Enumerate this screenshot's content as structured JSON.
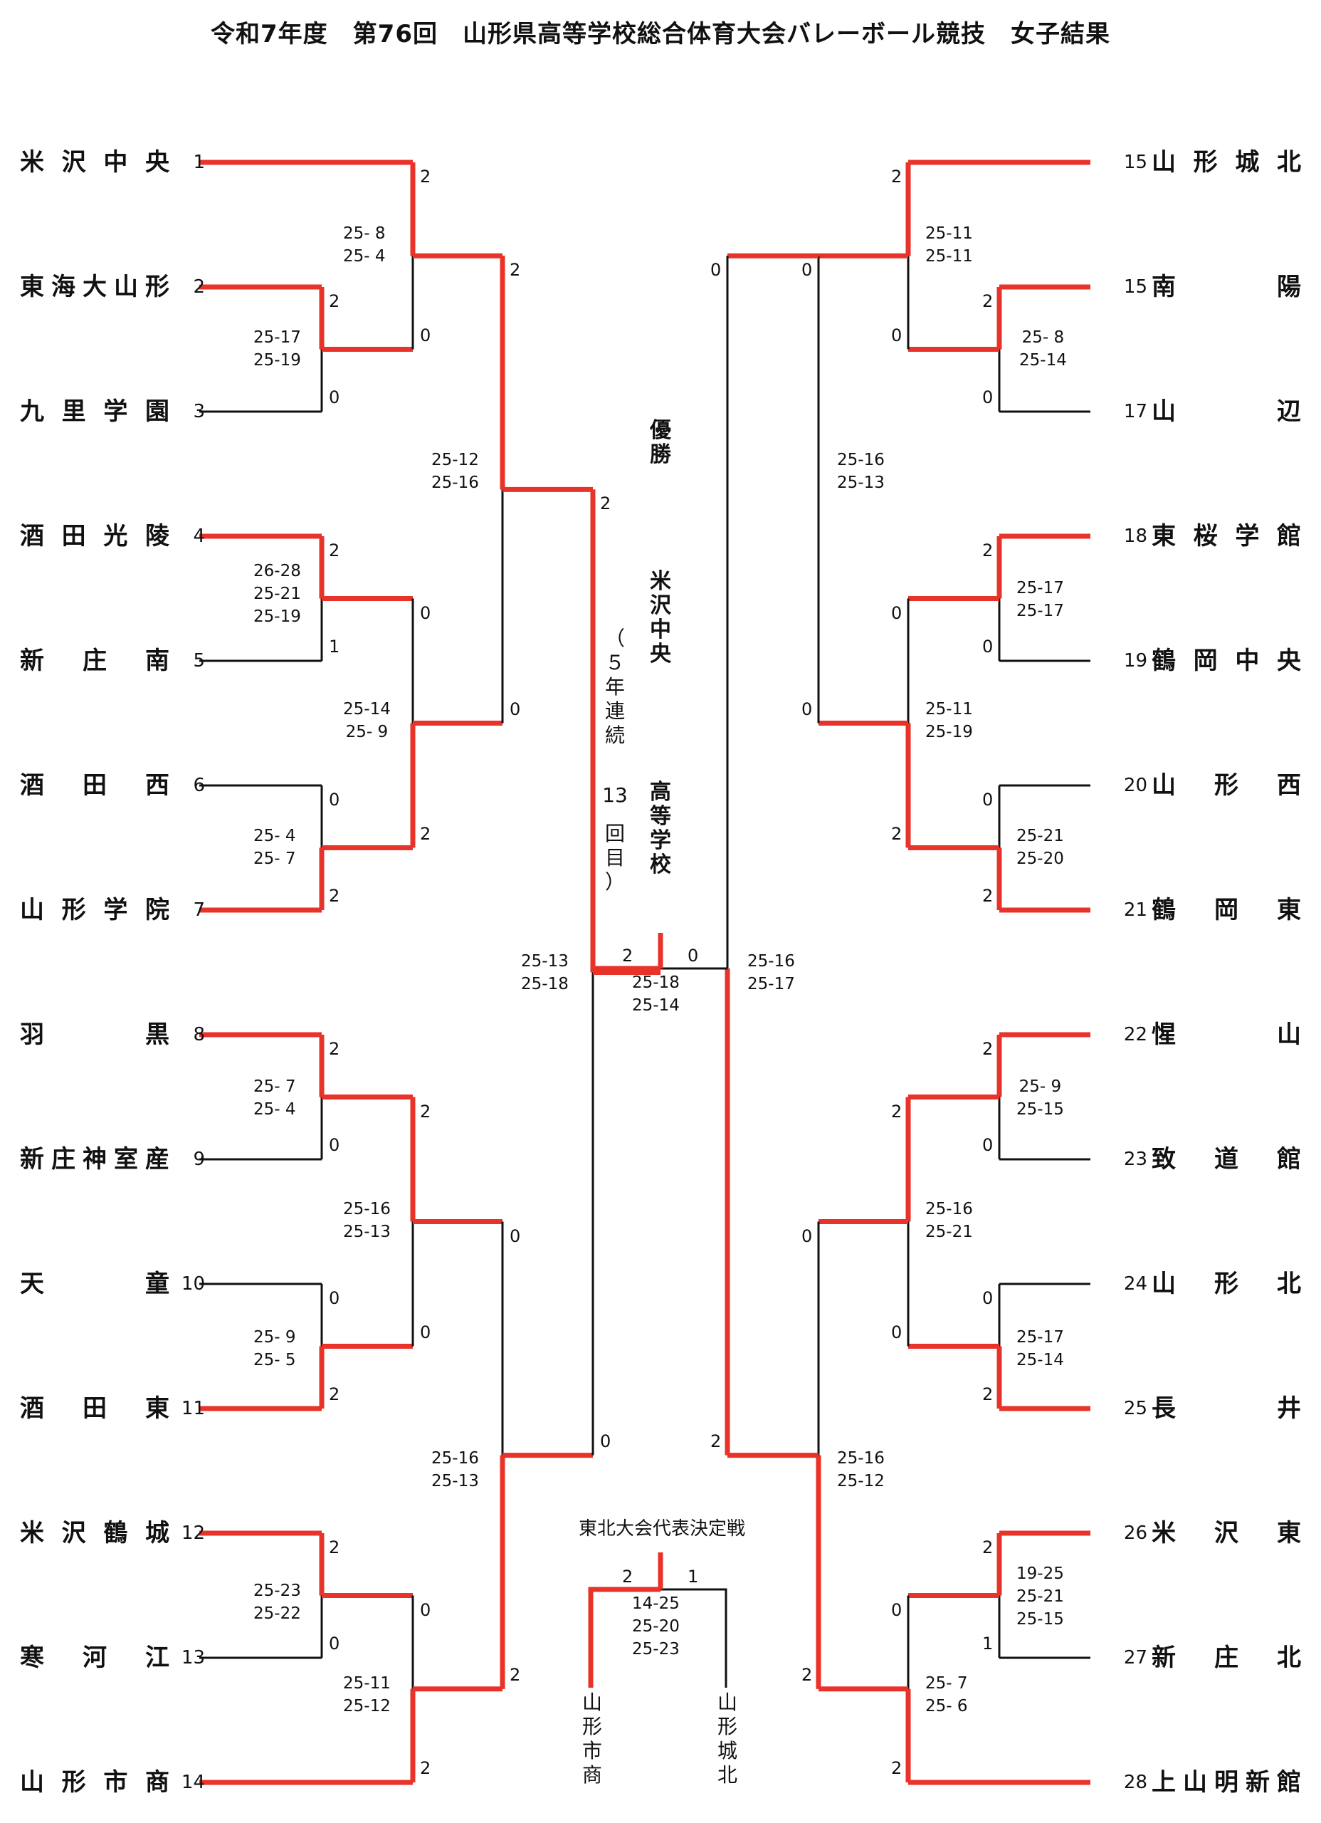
{
  "title": "令和7年度　第76回　山形県高等学校総合体育大会バレーボール競技　女子結果",
  "colors": {
    "winner_line": "#e8332a",
    "loser_line": "#111111"
  },
  "teams_left": [
    {
      "num": "1",
      "name": [
        "米",
        "沢",
        "中",
        "央"
      ]
    },
    {
      "num": "2",
      "name": [
        "東",
        "海",
        "大",
        "山",
        "形"
      ]
    },
    {
      "num": "3",
      "name": [
        "九",
        "里",
        "学",
        "園"
      ]
    },
    {
      "num": "4",
      "name": [
        "酒",
        "田",
        "光",
        "陵"
      ]
    },
    {
      "num": "5",
      "name": [
        "新",
        "庄",
        "南"
      ]
    },
    {
      "num": "6",
      "name": [
        "酒",
        "田",
        "西"
      ]
    },
    {
      "num": "7",
      "name": [
        "山",
        "形",
        "学",
        "院"
      ]
    },
    {
      "num": "8",
      "name": [
        "羽",
        "黒"
      ]
    },
    {
      "num": "9",
      "name": [
        "新",
        "庄",
        "神",
        "室",
        "産"
      ]
    },
    {
      "num": "10",
      "name": [
        "天",
        "童"
      ]
    },
    {
      "num": "11",
      "name": [
        "酒",
        "田",
        "東"
      ]
    },
    {
      "num": "12",
      "name": [
        "米",
        "沢",
        "鶴",
        "城"
      ]
    },
    {
      "num": "13",
      "name": [
        "寒",
        "河",
        "江"
      ]
    },
    {
      "num": "14",
      "name": [
        "山",
        "形",
        "市",
        "商"
      ]
    }
  ],
  "teams_right": [
    {
      "num": "15",
      "name": [
        "山",
        "形",
        "城",
        "北"
      ]
    },
    {
      "num": "15",
      "name": [
        "南",
        "陽"
      ]
    },
    {
      "num": "17",
      "name": [
        "山",
        "辺"
      ]
    },
    {
      "num": "18",
      "name": [
        "東",
        "桜",
        "学",
        "館"
      ]
    },
    {
      "num": "19",
      "name": [
        "鶴",
        "岡",
        "中",
        "央"
      ]
    },
    {
      "num": "20",
      "name": [
        "山",
        "形",
        "西"
      ]
    },
    {
      "num": "21",
      "name": [
        "鶴",
        "岡",
        "東"
      ]
    },
    {
      "num": "22",
      "name": [
        "惺",
        "山"
      ]
    },
    {
      "num": "23",
      "name": [
        "致",
        "道",
        "館"
      ]
    },
    {
      "num": "24",
      "name": [
        "山",
        "形",
        "北"
      ]
    },
    {
      "num": "25",
      "name": [
        "長",
        "井"
      ]
    },
    {
      "num": "26",
      "name": [
        "米",
        "沢",
        "東"
      ]
    },
    {
      "num": "27",
      "name": [
        "新",
        "庄",
        "北"
      ]
    },
    {
      "num": "28",
      "name": [
        "上",
        "山",
        "明",
        "新",
        "館"
      ]
    }
  ],
  "matches": {
    "L_r1_a": {
      "sets": "25-17\n25-19",
      "top": "2",
      "bottom": "0"
    },
    "L_r1_b": {
      "sets": "26-28\n25-21\n25-19",
      "top": "2",
      "bottom": "1"
    },
    "L_r1_c": {
      "sets": "25- 4\n25- 7",
      "top": "0",
      "bottom": "2"
    },
    "L_r1_d": {
      "sets": "25- 7\n25- 4",
      "top": "2",
      "bottom": "0"
    },
    "L_r1_e": {
      "sets": "25- 9\n25- 5",
      "top": "0",
      "bottom": "2"
    },
    "L_r1_f": {
      "sets": "25-23\n25-22",
      "top": "2",
      "bottom": "0"
    },
    "L_r2_a": {
      "sets": "25- 8\n25- 4",
      "top": "2",
      "bottom": "0"
    },
    "L_r2_b": {
      "sets": "25-14\n25- 9",
      "top": "0",
      "bottom": "2"
    },
    "L_r2_c": {
      "sets": "25-16\n25-13",
      "top": "2",
      "bottom": "0"
    },
    "L_r2_d": {
      "sets": "25-11\n25-12",
      "top": "0",
      "bottom": "2"
    },
    "L_qf_a": {
      "sets": "25-12\n25-16",
      "top": "2",
      "bottom": "0"
    },
    "L_qf_b": {
      "sets": "25-16\n25-13",
      "top": "0",
      "bottom": "2"
    },
    "L_sf": {
      "sets": "25-13\n25-18",
      "top": "2",
      "bottom": "0"
    },
    "R_r1_a": {
      "sets": "25- 8\n25-14",
      "top": "2",
      "bottom": "0"
    },
    "R_r1_b": {
      "sets": "25-17\n25-17",
      "top": "2",
      "bottom": "0"
    },
    "R_r1_c": {
      "sets": "25-21\n25-20",
      "top": "0",
      "bottom": "2"
    },
    "R_r1_d": {
      "sets": "25- 9\n25-15",
      "top": "2",
      "bottom": "0"
    },
    "R_r1_e": {
      "sets": "25-17\n25-14",
      "top": "0",
      "bottom": "2"
    },
    "R_r1_f": {
      "sets": "19-25\n25-21\n25-15",
      "top": "2",
      "bottom": "1"
    },
    "R_r2_a": {
      "sets": "25-11\n25-11",
      "top": "2",
      "bottom": "0"
    },
    "R_r2_b": {
      "sets": "25-11\n25-19",
      "top": "0",
      "bottom": "2"
    },
    "R_r2_c": {
      "sets": "25-16\n25-21",
      "top": "2",
      "bottom": "0"
    },
    "R_r2_d": {
      "sets": "25- 7\n25- 6",
      "top": "0",
      "bottom": "2"
    },
    "R_qf_a": {
      "sets": "25-16\n25-13",
      "top": "0",
      "bottom": "0"
    },
    "R_qf_b": {
      "sets": "25-16\n25-12",
      "top": "0",
      "bottom": "2"
    },
    "R_sf": {
      "sets": "25-16\n25-17",
      "top": "0",
      "bottom": "2"
    },
    "final": {
      "sets": "25-18\n25-14",
      "left": "2",
      "right": "0"
    }
  },
  "champion": {
    "label": [
      "優",
      "勝"
    ],
    "school": [
      "米",
      "沢",
      "中",
      "央"
    ],
    "note": [
      "（",
      "５",
      "年",
      "連",
      "続"
    ],
    "note_num": "13",
    "note_tail": [
      "回",
      "目",
      "）"
    ],
    "school_suffix": [
      "高",
      "等",
      "学",
      "校"
    ]
  },
  "representative_playoff": {
    "title": "東北大会代表決定戦",
    "left_score": "2",
    "right_score": "1",
    "sets": "14-25\n25-20\n25-23",
    "left_team": [
      "山",
      "形",
      "市",
      "商"
    ],
    "right_team": [
      "山",
      "形",
      "城",
      "北"
    ]
  }
}
